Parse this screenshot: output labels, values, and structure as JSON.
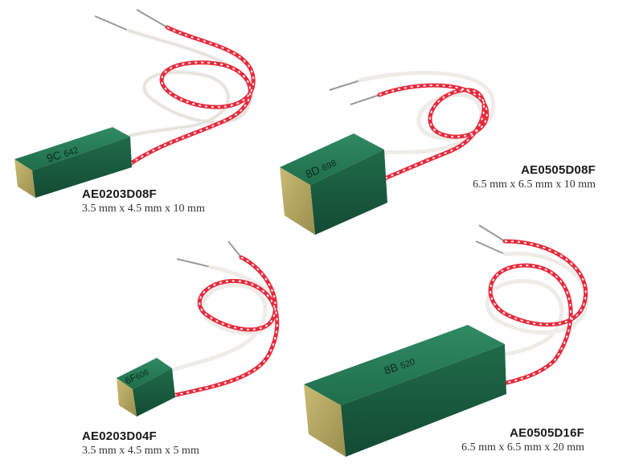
{
  "products": [
    {
      "id": "p1",
      "model": "AE0203D08F",
      "dims": "3.5 mm x 4.5 mm x 10 mm",
      "marking_a": "9C",
      "marking_b": "642"
    },
    {
      "id": "p2",
      "model": "AE0505D08F",
      "dims": "6.5 mm x 6.5 mm x 10 mm",
      "marking_a": "8D",
      "marking_b": "698"
    },
    {
      "id": "p3",
      "model": "AE0203D04F",
      "dims": "3.5 mm x 4.5 mm x 5 mm",
      "marking_a": "6F",
      "marking_b": "606"
    },
    {
      "id": "p4",
      "model": "AE0505D16F",
      "dims": "6.5 mm x 6.5 mm x 20 mm",
      "marking_a": "8B",
      "marking_b": "520"
    }
  ],
  "colors": {
    "body_green": "#1e6b4a",
    "end_face": "#b7a862",
    "wire_red": "#e8283c",
    "wire_white": "#f4f1ee"
  }
}
